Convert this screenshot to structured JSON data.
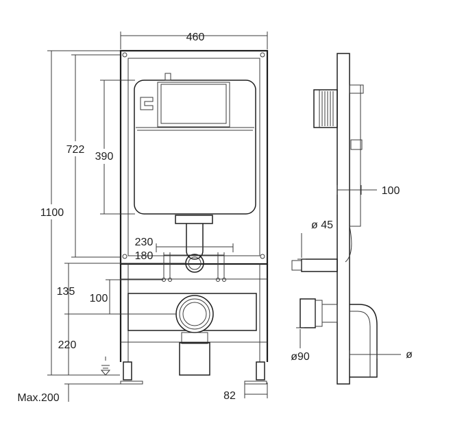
{
  "dimensions": {
    "width_460": "460",
    "height_1100": "1100",
    "height_722": "722",
    "tank_390": "390",
    "spacing_230": "230",
    "spacing_180": "180",
    "height_135": "135",
    "height_100": "100",
    "height_220": "220",
    "max_200": "Max.200",
    "foot_82": "82",
    "depth_100": "100",
    "dia_45": "ø 45",
    "dia_90": "ø90",
    "dia_blank": "ø"
  }
}
